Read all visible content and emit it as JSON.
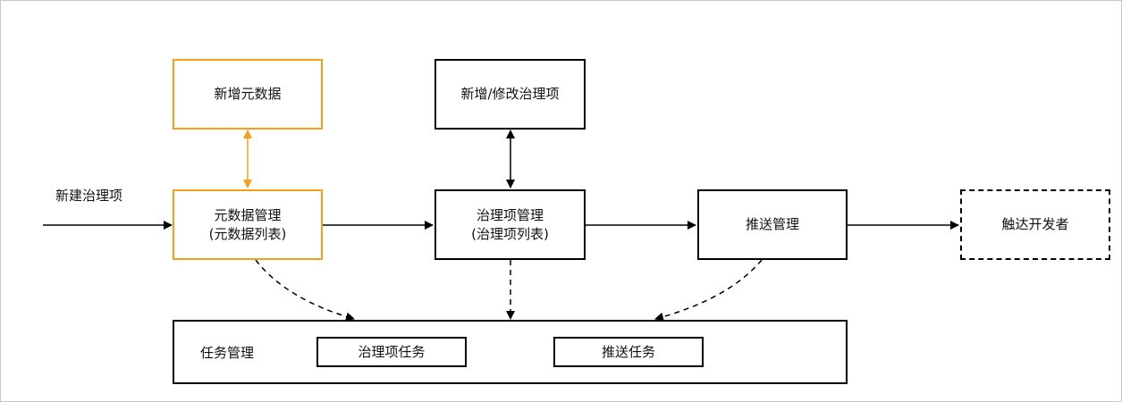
{
  "nodes": {
    "add_metadata": "新增元数据",
    "metadata_mgmt_line1": "元数据管理",
    "metadata_mgmt_line2": "(元数据列表)",
    "edit_items": "新增/修改治理项",
    "items_mgmt_line1": "治理项管理",
    "items_mgmt_line2": "(治理项列表)",
    "push_mgmt": "推送管理",
    "reach_dev": "触达开发者",
    "task_mgmt": "任务管理",
    "item_task": "治理项任务",
    "push_task": "推送任务"
  },
  "labels": {
    "entry": "新建治理项"
  },
  "colors": {
    "accent": "#f5a01a",
    "stroke": "#000000"
  }
}
